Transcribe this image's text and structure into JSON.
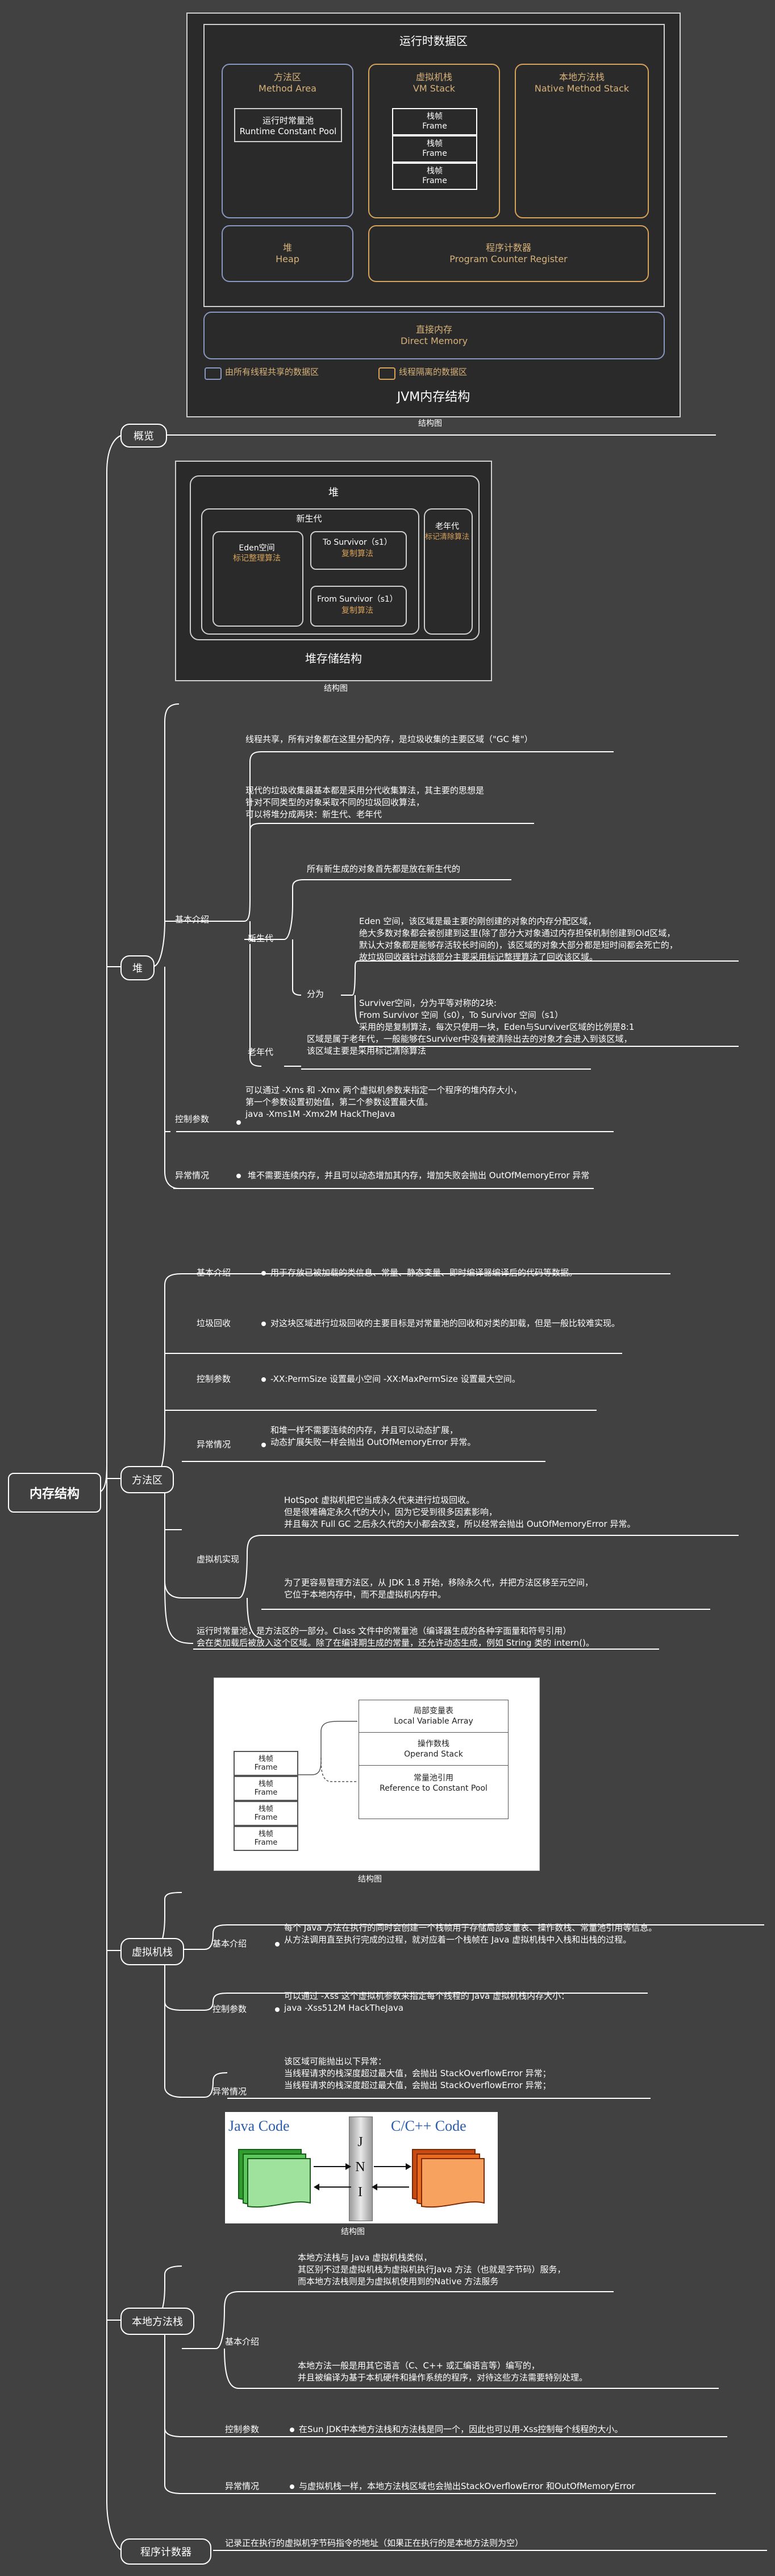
{
  "jvm": {
    "title": "运行时数据区",
    "method_area": "方法区",
    "method_area_en": "Method Area",
    "runtime_pool": "运行时常量池",
    "runtime_pool_en": "Runtime Constant Pool",
    "vm_stack": "虚拟机栈",
    "vm_stack_en": "VM Stack",
    "frame_cn": "栈帧",
    "frame_en": "Frame",
    "native_stack": "本地方法栈",
    "native_stack_en": "Native Method Stack",
    "heap": "堆",
    "heap_en": "Heap",
    "pc": "程序计数器",
    "pc_en": "Program Counter Register",
    "direct": "直接内存",
    "direct_en": "Direct Memory",
    "legend_shared": "由所有线程共享的数据区",
    "legend_isolated": "线程隔离的数据区",
    "caption": "JVM内存结构",
    "structure_label": "结构图"
  },
  "heapdiag": {
    "heap": "堆",
    "young": "新生代",
    "eden": "Eden空间",
    "eden_alg": "标记整理算法",
    "to": "To Survivor（s1）",
    "to_alg": "复制算法",
    "from": "From Survivor（s1）",
    "from_alg": "复制算法",
    "old": "老年代",
    "old_alg": "标记清除算法",
    "caption": "堆存储结构",
    "structure_label": "结构图"
  },
  "root": "内存结构",
  "overview": "概览",
  "heap": {
    "label": "堆",
    "basic": "基本介绍",
    "b1": "线程共享，所有对象都在这里分配内存，是垃圾收集的主要区域（\"GC 堆\"）",
    "b2": "现代的垃圾收集器基本都是采用分代收集算法，其主要的思想是\n针对不同类型的对象采取不同的垃圾回收算法，\n可以将堆分成两块：新生代、老年代",
    "young": "新生代",
    "y1": "所有新生成的对象首先都是放在新生代的",
    "split": "分为",
    "eden": "Eden 空间，该区域是最主要的刚创建的对象的内存分配区域，\n绝大多数对象都会被创建到这里(除了部分大对象通过内存担保机制创建到Old区域，\n默认大对象都是能够存活较长时间的)，该区域的对象大部分都是短时间都会死亡的，\n故垃圾回收器针对该部分主要采用标记整理算法了回收该区域。",
    "survivor": "Surviver空间，分为平等对称的2块:\nFrom Survivor 空间（s0），To Survivor 空间（s1）\n采用的是复制算法，每次只使用一块，Eden与Surviver区域的比例是8:1",
    "old": "老年代",
    "old_text": "区域是属于老年代，一般能够在Surviver中没有被清除出去的对象才会进入到该区域，\n该区域主要是采用标记清除算法",
    "params": "控制参数",
    "params_text": "可以通过 -Xms 和 -Xmx 两个虚拟机参数来指定一个程序的堆内存大小，\n第一个参数设置初始值，第二个参数设置最大值。\njava -Xms1M -Xmx2M HackTheJava",
    "exc": "异常情况",
    "exc_text": "堆不需要连续内存，并且可以动态增加其内存，增加失败会抛出 OutOfMemoryError 异常"
  },
  "method": {
    "label": "方法区",
    "basic": "基本介绍",
    "basic_text": "用于存放已被加载的类信息、常量、静态变量、即时编译器编译后的代码等数据。",
    "gc": "垃圾回收",
    "gc_text": "对这块区域进行垃圾回收的主要目标是对常量池的回收和对类的卸载，但是一般比较难实现。",
    "params": "控制参数",
    "params_text": "-XX:PermSize 设置最小空间 -XX:MaxPermSize 设置最大空间。",
    "exc": "异常情况",
    "exc_text": "和堆一样不需要连续的内存，并且可以动态扩展，\n动态扩展失败一样会抛出 OutOfMemoryError 异常。",
    "impl": "虚拟机实现",
    "impl1": "HotSpot 虚拟机把它当成永久代来进行垃圾回收。\n但是很难确定永久代的大小，因为它受到很多因素影响，\n并且每次 Full GC 之后永久代的大小都会改变，所以经常会抛出 OutOfMemoryError 异常。",
    "impl2": "为了更容易管理方法区，从 JDK 1.8 开始，移除永久代，并把方法区移至元空间，\n它位于本地内存中，而不是虚拟机内存中。",
    "pool": "运行时常量池，是方法区的一部分。Class 文件中的常量池（编译器生成的各种字面量和符号引用）\n会在类加载后被放入这个区域。除了在编译期生成的常量，还允许动态生成，例如 String 类的 intern()。"
  },
  "stackdiag": {
    "frame_cn": "栈帧",
    "frame_en": "Frame",
    "lv": "局部变量表",
    "lv_en": "Local Variable Array",
    "os": "操作数栈",
    "os_en": "Operand Stack",
    "cp": "常量池引用",
    "cp_en": "Reference to Constant Pool",
    "structure_label": "结构图"
  },
  "vmstack": {
    "label": "虚拟机栈",
    "basic": "基本介绍",
    "basic_text": "每个 Java 方法在执行的同时会创建一个栈帧用于存储局部变量表、操作数栈、常量池引用等信息。\n从方法调用直至执行完成的过程，就对应着一个栈帧在 Java 虚拟机栈中入栈和出栈的过程。",
    "params": "控制参数",
    "params_text": "可以通过 -Xss 这个虚拟机参数来指定每个线程的 Java 虚拟机栈内存大小：\njava -Xss512M HackTheJava",
    "exc": "异常情况",
    "exc_text": "该区域可能抛出以下异常：\n当线程请求的栈深度超过最大值，会抛出 StackOverflowError 异常；\n当线程请求的栈深度超过最大值，会抛出 StackOverflowError 异常；"
  },
  "jni": {
    "java": "Java Code",
    "c": "C/C++ Code",
    "letters": [
      "J",
      "N",
      "I"
    ],
    "structure_label": "结构图"
  },
  "native": {
    "label": "本地方法栈",
    "basic": "基本介绍",
    "b1": "本地方法栈与 Java 虚拟机栈类似，\n其区别不过是虚拟机栈为虚拟机执行Java 方法（也就是字节码）服务，\n而本地方法栈则是为虚拟机使用到的Native 方法服务",
    "b2": "本地方法一般是用其它语言（C、C++ 或汇编语言等）编写的，\n并且被编译为基于本机硬件和操作系统的程序，对待这些方法需要特别处理。",
    "params": "控制参数",
    "params_text": "在Sun JDK中本地方法栈和方法栈是同一个，因此也可以用-Xss控制每个线程的大小。",
    "exc": "异常情况",
    "exc_text": "与虚拟机栈一样，本地方法栈区域也会抛出StackOverflowError 和OutOfMemoryError"
  },
  "pc": {
    "label": "程序计数器",
    "text": "记录正在执行的虚拟机字节码指令的地址（如果正在执行的是本地方法则为空）"
  }
}
